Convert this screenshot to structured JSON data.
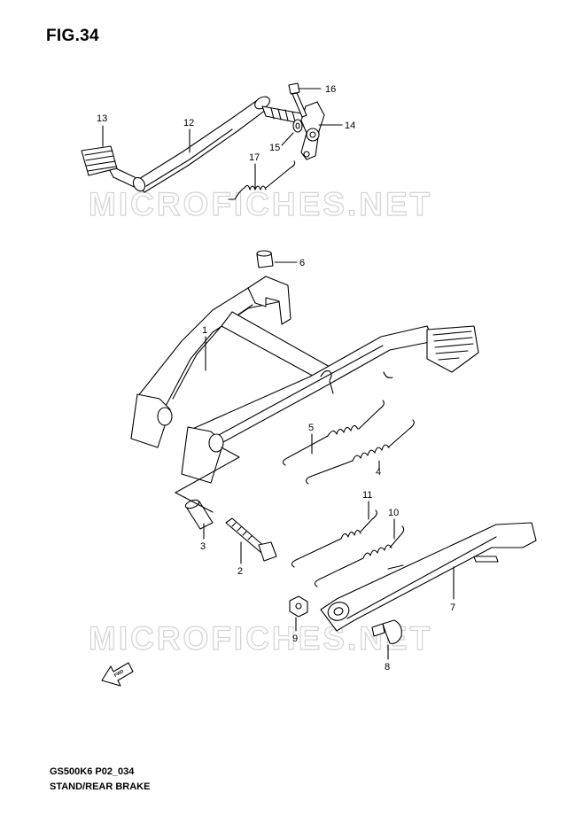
{
  "figure": {
    "title": "FIG.34"
  },
  "footer": {
    "code": "GS500K6 P02_034",
    "caption": "STAND/REAR BRAKE"
  },
  "watermark": {
    "text": "MICROFICHES.NET",
    "color": "#d3d3d3"
  },
  "fwd_marker": {
    "text": "FWD"
  },
  "parts": [
    {
      "id": "16",
      "label": "16"
    },
    {
      "id": "13",
      "label": "13"
    },
    {
      "id": "12",
      "label": "12"
    },
    {
      "id": "14",
      "label": "14"
    },
    {
      "id": "15",
      "label": "15"
    },
    {
      "id": "17",
      "label": "17"
    },
    {
      "id": "6",
      "label": "6"
    },
    {
      "id": "1",
      "label": "1"
    },
    {
      "id": "5",
      "label": "5"
    },
    {
      "id": "4",
      "label": "4"
    },
    {
      "id": "11",
      "label": "11"
    },
    {
      "id": "10",
      "label": "10"
    },
    {
      "id": "3",
      "label": "3"
    },
    {
      "id": "2",
      "label": "2"
    },
    {
      "id": "7",
      "label": "7"
    },
    {
      "id": "9",
      "label": "9"
    },
    {
      "id": "8",
      "label": "8"
    }
  ]
}
